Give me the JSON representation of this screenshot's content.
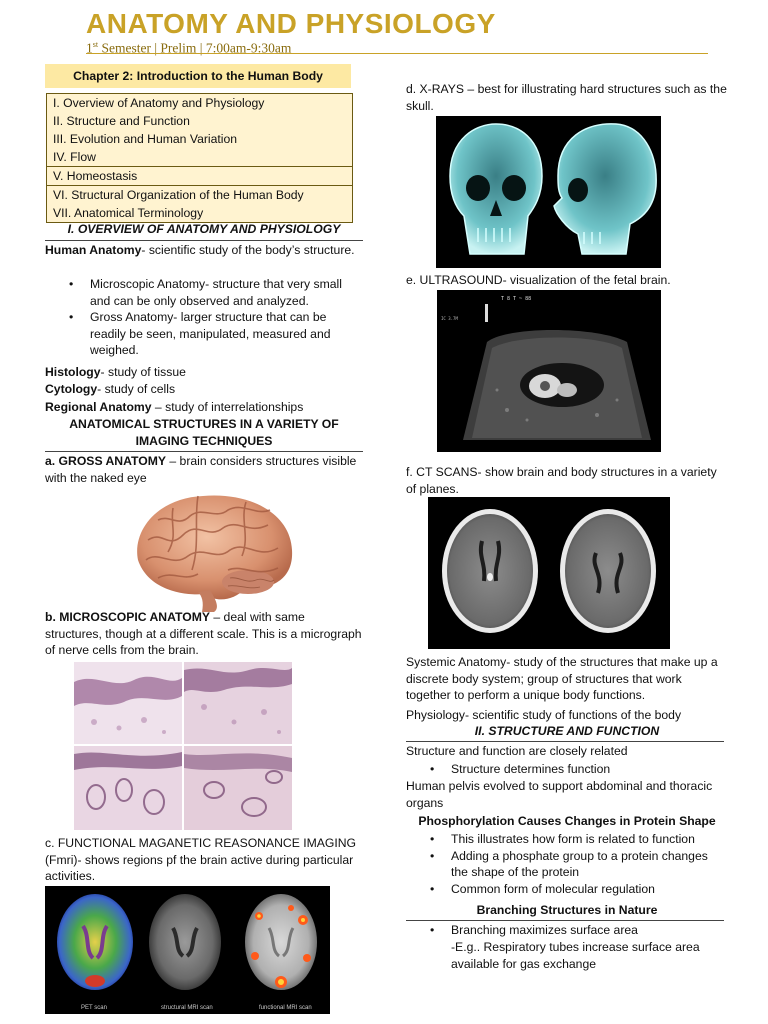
{
  "header": {
    "title": "ANATOMY AND PHYSIOLOGY",
    "subtitle_sup": "st",
    "subtitle_pre": "1",
    "subtitle_post": " Semester | Prelim | 7:00am-9:30am"
  },
  "chapter": "Chapter 2: Introduction to the Human Body",
  "toc": [
    "I. Overview of Anatomy and Physiology",
    "II. Structure and Function",
    "III. Evolution and Human Variation",
    "IV. Flow",
    "V. Homeostasis",
    "VI. Structural Organization of the Human Body",
    "VII. Anatomical Terminology"
  ],
  "left": {
    "sec1_head": "I. OVERVIEW OF ANATOMY AND PHYSIOLOGY",
    "human_anatomy_term": "Human Anatomy",
    "human_anatomy_def": "- scientific study of the body’s structure.",
    "bullets1": [
      "Microscopic Anatomy- structure that very small and can be only observed and analyzed.",
      "Gross Anatomy- larger structure that can be readily be seen, manipulated, measured and weighed."
    ],
    "histology_term": "Histology",
    "histology_def": "- study of tissue",
    "cytology_term": "Cytology",
    "cytology_def": "- study of cells",
    "regional_term": "Regional Anatomy",
    "regional_def": " – study of interrelationships",
    "imaging_head": "ANATOMICAL STRUCTURES IN A VARIETY OF IMAGING TECHNIQUES",
    "gross_term": "a. GROSS ANATOMY",
    "gross_def": " – brain considers structures visible with the naked eye",
    "micro_term": "b. MICROSCOPIC ANATOMY",
    "micro_def": " – deal with same structures, though at a different scale. This is a micrograph of nerve cells from the brain.",
    "fmri_text": "c. FUNCTIONAL MAGANETIC REASONANCE IMAGING (Fmri)- shows regions pf the brain active during particular activities.",
    "fmri_captions": [
      "PET scan",
      "structural MRI scan",
      "functional MRI scan"
    ]
  },
  "right": {
    "xray_text": "d. X-RAYS – best for illustrating hard structures such as the skull.",
    "ultrasound_text": "e. ULTRASOUND- visualization of the fetal brain.",
    "ct_text": "f. CT SCANS- show brain and body structures in a variety of planes.",
    "systemic_text": "Systemic Anatomy- study of the structures that make up a discrete body system; group of structures that work together to perform a unique body functions.",
    "physiology_text": "Physiology- scientific study of functions of the body",
    "sec2_head": "II. STRUCTURE AND FUNCTION",
    "sf_line": "Structure and function are closely related",
    "sf_bullet": "Structure determines function",
    "pelvis_text": "Human pelvis evolved to support abdominal and thoracic organs",
    "phospho_head": "Phosphorylation Causes Changes in Protein Shape",
    "phospho_bullets": [
      "This illustrates how form is related to function",
      "Adding a phosphate group to a protein changes the shape of the protein",
      "Common form of molecular regulation"
    ],
    "branch_head": "Branching Structures in Nature",
    "branch_bullet": "Branching maximizes surface area",
    "branch_sub": "-E.g.. Respiratory tubes increase surface area available for gas exchange"
  }
}
